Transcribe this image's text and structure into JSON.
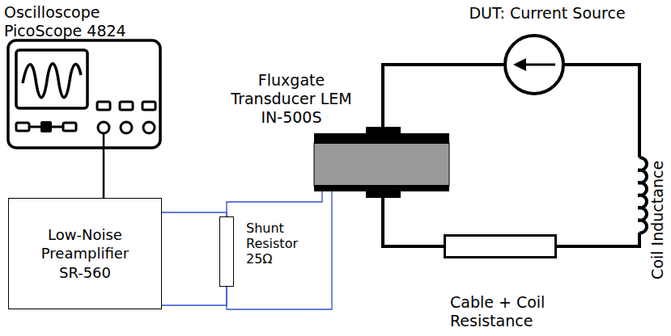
{
  "diagram": {
    "nodes": [
      {
        "text": [
          "Oscilloscope PicoScope 4824"
        ]
      },
      {
        "text": [
          "Low-Noise Preamplifier SR-560"
        ]
      },
      {
        "text": [
          "Shunt Resistor 25Ω"
        ]
      },
      {
        "text": [
          "Fluxgate Transducer LEM IN-500S"
        ]
      },
      {
        "text": [
          "DUT: Current Source"
        ]
      },
      {
        "text": [
          "Coil Inductance"
        ]
      },
      {
        "text": [
          "Cable + Coil Resistance"
        ]
      }
    ],
    "edges": [
      {
        "from": 0,
        "to": 1,
        "arrow": "none"
      },
      {
        "from": 1,
        "to": 2,
        "arrow": "none"
      },
      {
        "from": 2,
        "to": 3,
        "arrow": "none"
      },
      {
        "from": 3,
        "to": 4,
        "arrow": "none"
      },
      {
        "from": 4,
        "to": 5,
        "arrow": "none"
      },
      {
        "from": 5,
        "to": 6,
        "arrow": "none"
      },
      {
        "from": 6,
        "to": 3,
        "arrow": "none"
      }
    ]
  }
}
